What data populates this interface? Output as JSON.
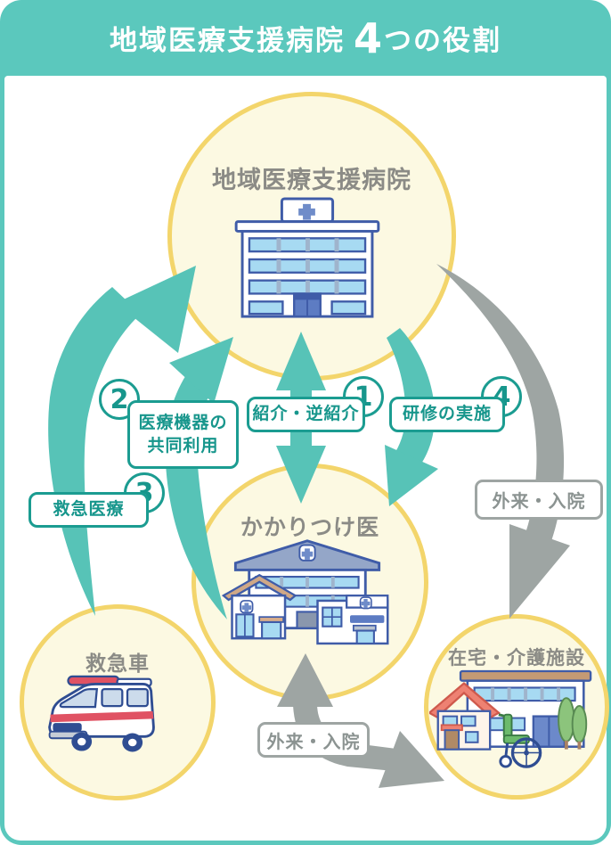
{
  "header": {
    "title_prefix": "地域医療支援病院",
    "title_number": "4",
    "title_suffix": "つの役割"
  },
  "nodes": {
    "hospital": {
      "label": "地域医療支援病院"
    },
    "family_doctor": {
      "label": "かかりつけ医"
    },
    "ambulance": {
      "label": "救急車"
    },
    "care_facility": {
      "label": "在宅・介護施設"
    }
  },
  "roles": [
    {
      "number": "1",
      "label": "紹介・逆紹介"
    },
    {
      "number": "2",
      "label": "医療機器の共同利用",
      "label_line1": "医療機器の",
      "label_line2": "共同利用"
    },
    {
      "number": "3",
      "label": "救急医療"
    },
    {
      "number": "4",
      "label": "研修の実施"
    }
  ],
  "flows": {
    "hospital_to_facility": "外来・入院",
    "family_doctor_to_facility": "外来・入院"
  },
  "colors": {
    "frame_teal": "#5bc8bd",
    "arrow_teal": "#57c3b7",
    "badge_teal": "#1b9c91",
    "circle_border_yellow": "#f3d56b",
    "circle_fill_cream": "#fcf9e2",
    "gray_arrow": "#9ea5a3",
    "gray_label_text": "#8b9391",
    "node_title_gray": "#8b8b86",
    "illustration_outline_blue": "#3f5ca8",
    "window_blue": "#a7daf2",
    "ambulance_red": "#e05263"
  }
}
